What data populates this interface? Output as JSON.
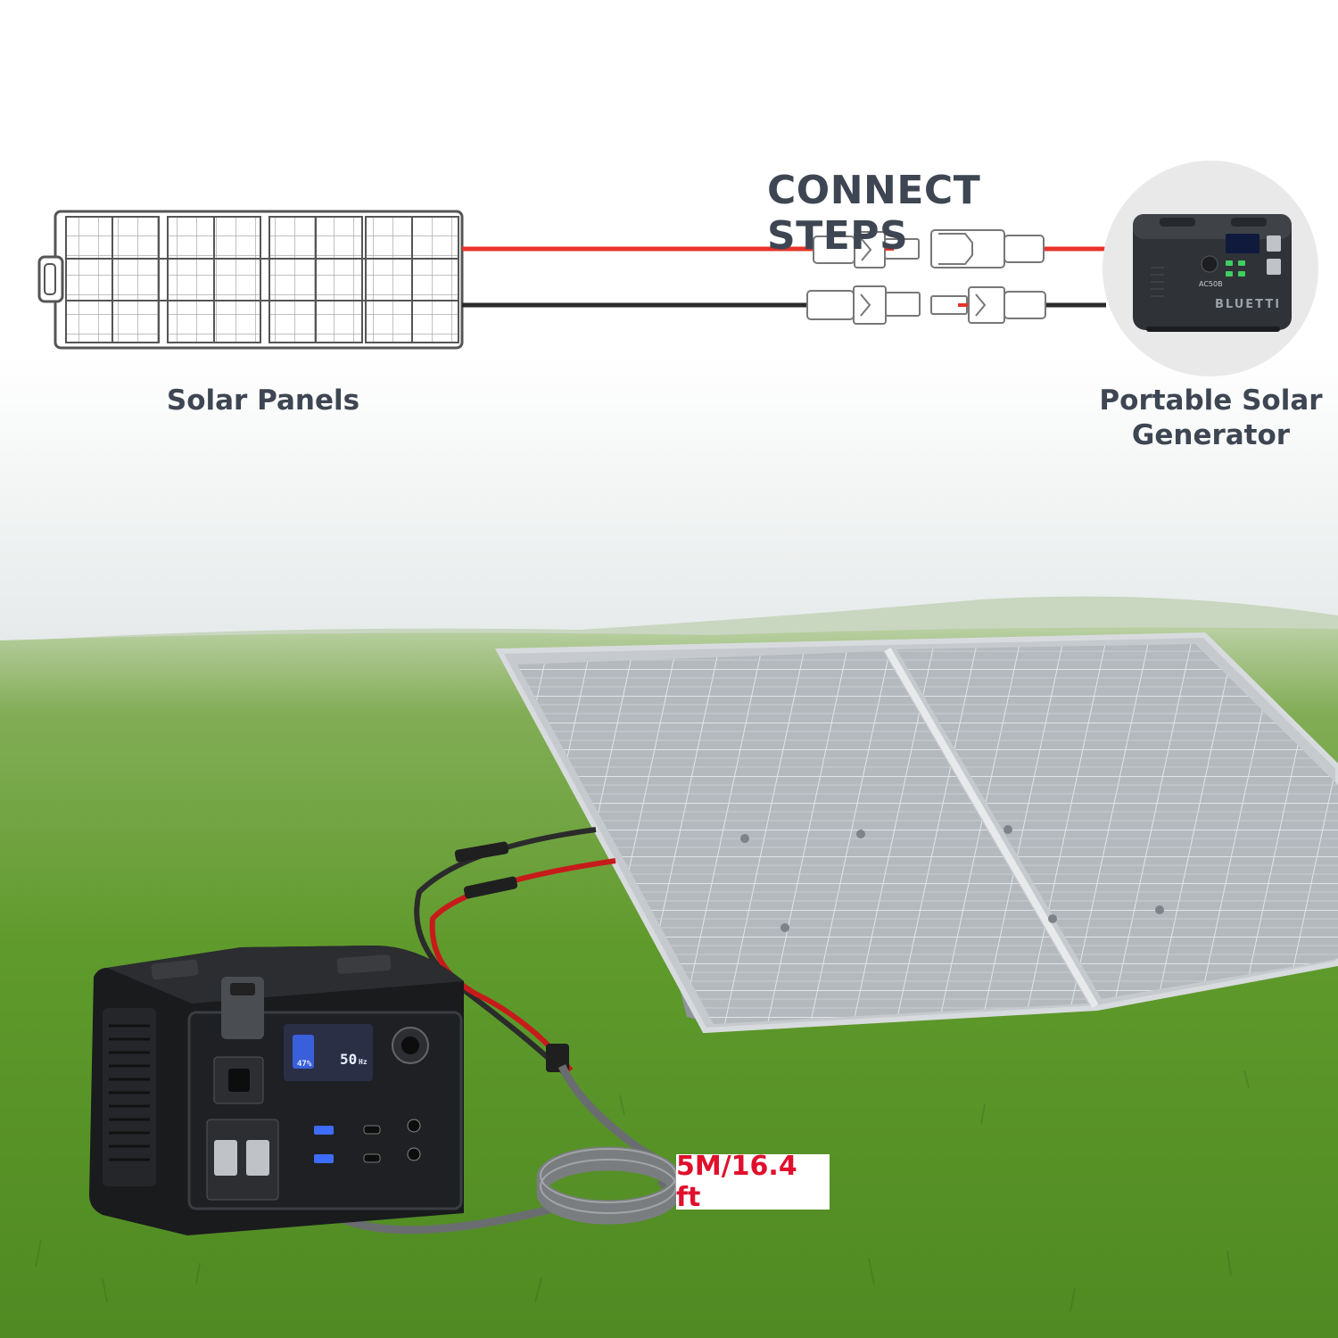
{
  "title": "CONNECT STEPS",
  "labels": {
    "solar_panels": "Solar Panels",
    "generator": "Portable Solar Generator",
    "cable_length": "5M/16.4 ft"
  },
  "generator_small": {
    "brand": "BLUETTI",
    "model": "AC50B"
  },
  "generator_large": {
    "screen_percent": "47%",
    "screen_freq": "50",
    "screen_freq_unit": "Hz"
  },
  "colors": {
    "heading": "#3d4652",
    "positive_wire": "#e8332b",
    "negative_wire": "#2a2a2a",
    "tag_text": "#e0102c",
    "grass": "#5f9a2c"
  },
  "icons": [
    "solar-panel-icon",
    "mc4-connector-icon",
    "power-station-icon"
  ]
}
